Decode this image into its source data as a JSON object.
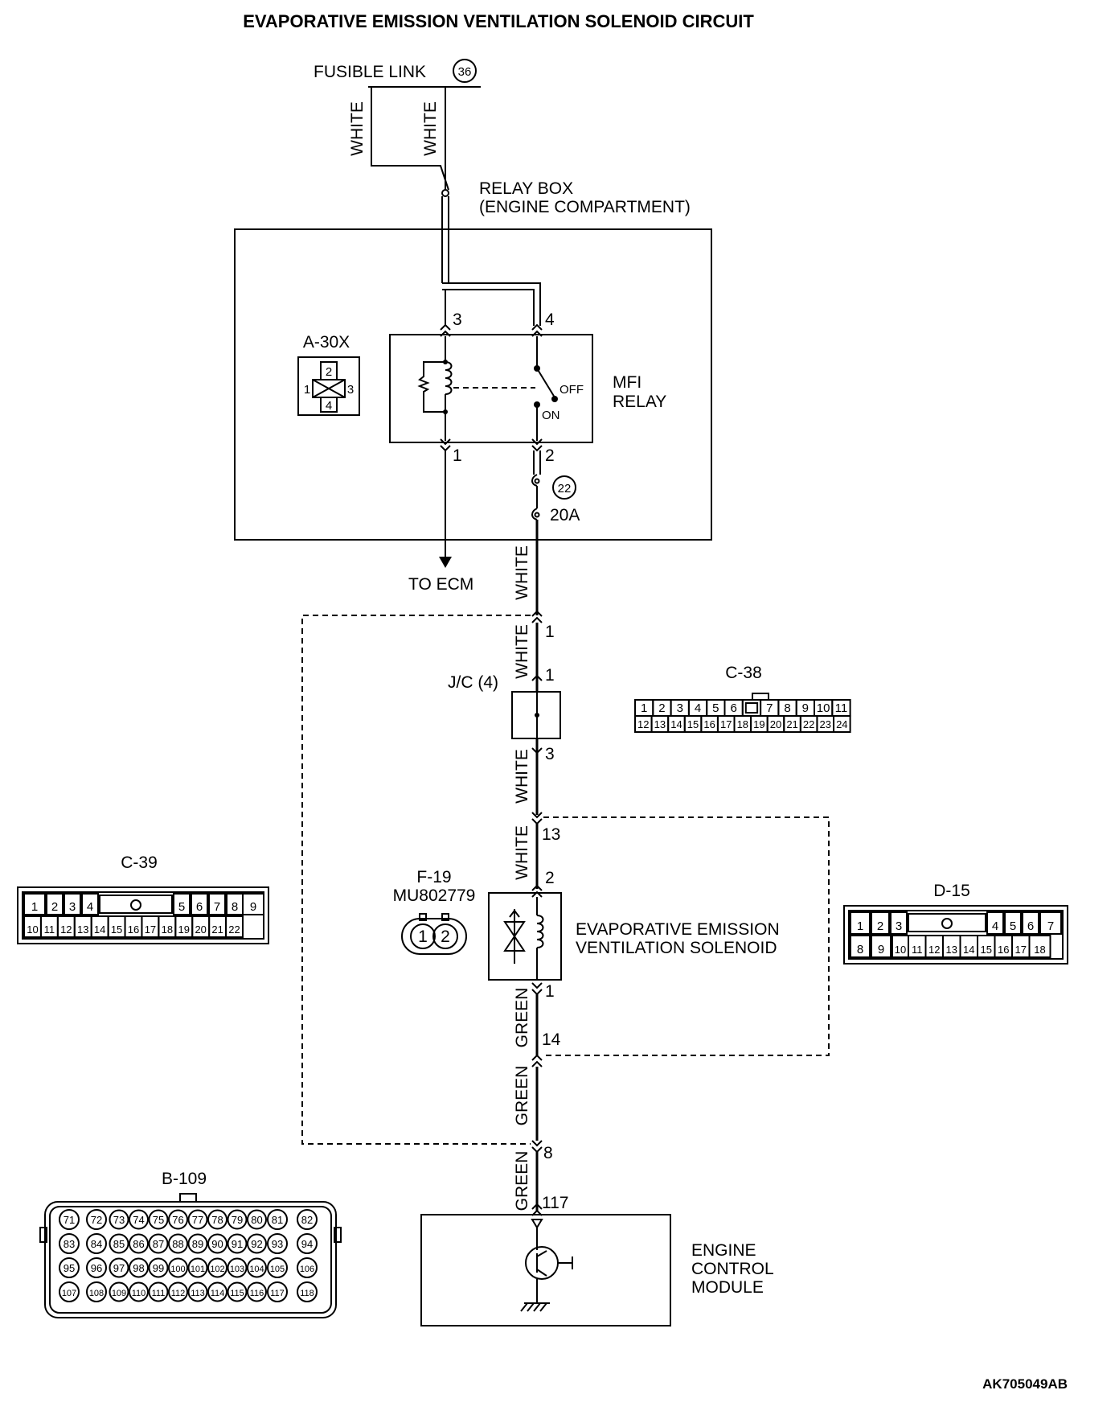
{
  "title": "EVAPORATIVE EMISSION VENTILATION SOLENOID CIRCUIT",
  "fusible_link": {
    "label": "FUSIBLE LINK",
    "number": "36"
  },
  "wire_colors": {
    "white": "WHITE",
    "green": "GREEN"
  },
  "relay_box": {
    "line1": "RELAY BOX",
    "line2": "(ENGINE COMPARTMENT)"
  },
  "mfi_relay": {
    "line1": "MFI",
    "line2": "RELAY",
    "off": "OFF",
    "on": "ON",
    "pins": {
      "p1": "1",
      "p2": "2",
      "p3": "3",
      "p4": "4"
    }
  },
  "fuse": {
    "number": "22",
    "rating": "20A"
  },
  "to_ecm": "TO ECM",
  "jc": {
    "label": "J/C (4)",
    "pin_in": "1",
    "pin_out": "3"
  },
  "wire_pins": {
    "c38_1": "1",
    "d15_13": "13",
    "sol_2": "2",
    "sol_1": "1",
    "d15_14": "14",
    "c39_8": "8",
    "ecm_117": "117"
  },
  "solenoid": {
    "line1": "EVAPORATIVE EMISSION",
    "line2": "VENTILATION SOLENOID"
  },
  "ecm": {
    "line1": "ENGINE",
    "line2": "CONTROL",
    "line3": "MODULE"
  },
  "connectors": {
    "a30x": {
      "label": "A-30X",
      "pins": [
        "2",
        "1",
        "3",
        "4"
      ]
    },
    "c38": {
      "label": "C-38",
      "row1": [
        "1",
        "2",
        "3",
        "4",
        "5",
        "6",
        "",
        "7",
        "8",
        "9",
        "10",
        "11"
      ],
      "row2": [
        "12",
        "13",
        "14",
        "15",
        "16",
        "17",
        "18",
        "19",
        "20",
        "21",
        "22",
        "23",
        "24"
      ]
    },
    "c39": {
      "label": "C-39",
      "row1": [
        "1",
        "2",
        "3",
        "4",
        "5",
        "6",
        "7",
        "8",
        "9"
      ],
      "row2": [
        "10",
        "11",
        "12",
        "13",
        "14",
        "15",
        "16",
        "17",
        "18",
        "19",
        "20",
        "21",
        "22"
      ]
    },
    "f19": {
      "label": "F-19",
      "part": "MU802779",
      "pins": [
        "1",
        "2"
      ]
    },
    "d15": {
      "label": "D-15",
      "row1": [
        "1",
        "2",
        "3",
        "4",
        "5",
        "6",
        "7"
      ],
      "row2": [
        "8",
        "9",
        "10",
        "11",
        "12",
        "13",
        "14",
        "15",
        "16",
        "17",
        "18"
      ]
    },
    "b109": {
      "label": "B-109",
      "rows": [
        [
          "71",
          "72",
          "73",
          "74",
          "75",
          "76",
          "77",
          "78",
          "79",
          "80",
          "81",
          "82"
        ],
        [
          "83",
          "84",
          "85",
          "86",
          "87",
          "88",
          "89",
          "90",
          "91",
          "92",
          "93",
          "94"
        ],
        [
          "95",
          "96",
          "97",
          "98",
          "99",
          "100",
          "101",
          "102",
          "103",
          "104",
          "105",
          "106"
        ],
        [
          "107",
          "108",
          "109",
          "110",
          "111",
          "112",
          "113",
          "114",
          "115",
          "116",
          "117",
          "118"
        ]
      ]
    }
  },
  "figure_code": "AK705049AB"
}
